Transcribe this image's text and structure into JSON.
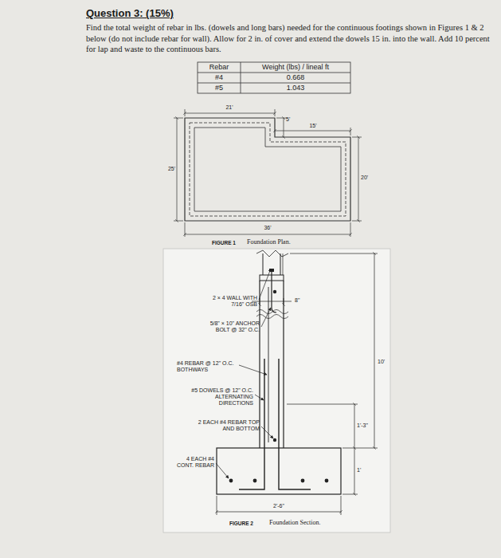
{
  "diagram": {
    "title": "Question 3: (15%)",
    "labels": [
      "Find the total weight of rebar in lbs. (dowels and long bars) needed for the continuous footings shown in Figures 1 & 2 below (do not include rebar for wall). Allow for 2 in. of cover and extend the dowels 15 in. into the wall. Add 10 percent for lap and waste to the continuous bars.",
      "Rebar",
      "Weight (lbs) / lineal ft",
      "#4",
      "0.668",
      "#5",
      "1.043",
      "21'",
      "5'",
      "15'",
      "25'",
      "20'",
      "36'",
      "FIGURE 1",
      "Foundation Plan.",
      "2 × 4 WALL WITH 7/16\" OSB",
      "5/8\" × 10\" ANCHOR BOLT @ 32\" O.C.",
      "#4 REBAR @ 12\" O.C. BOTHWAYS",
      "#5 DOWELS @ 12\" O.C. ALTERNATING DIRECTIONS",
      "2 EACH #4 REBAR TOP AND BOTTOM",
      "4 EACH #4 CONT. REBAR",
      "8\"",
      "10'",
      "1'-3\"",
      "1'",
      "2'-6\"",
      "FIGURE 2",
      "Foundation Section."
    ]
  }
}
